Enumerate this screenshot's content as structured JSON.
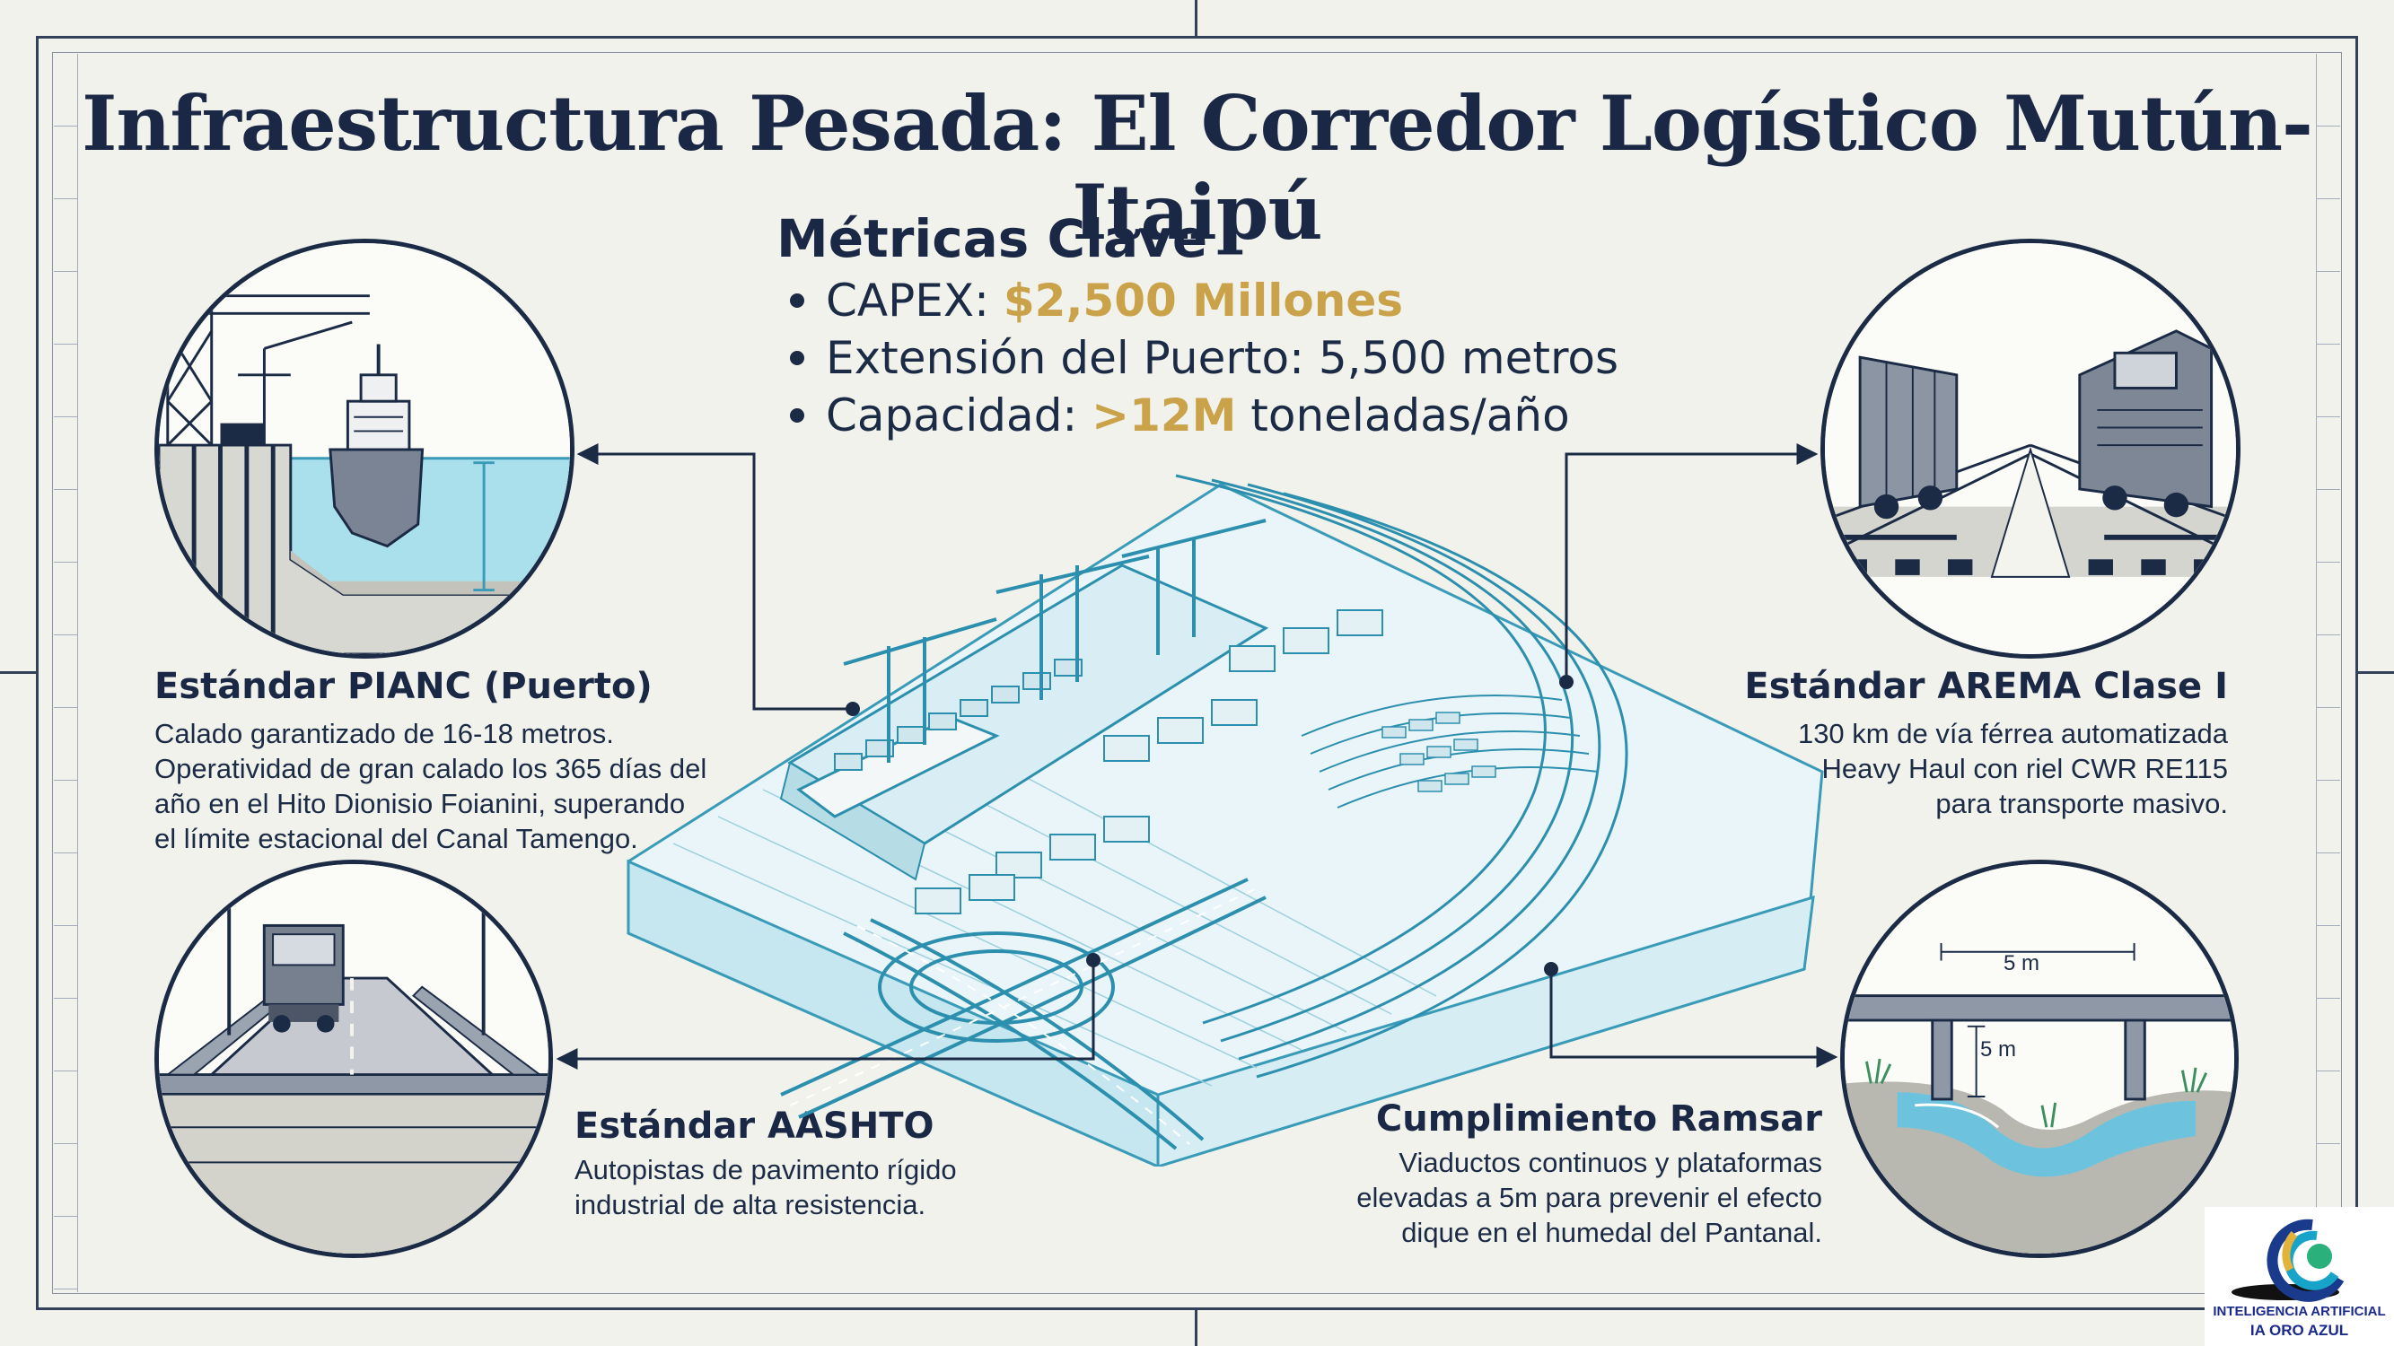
{
  "title": "Infraestructura Pesada: El Corredor Logístico Mutún-Itaipú",
  "metrics": {
    "heading": "Métricas Clave",
    "items": [
      {
        "label": "CAPEX: ",
        "value": "$2,500 Millones",
        "suffix": ""
      },
      {
        "label": "Extensión del Puerto: 5,500 metros",
        "value": "",
        "suffix": ""
      },
      {
        "label": "Capacidad: ",
        "value": ">12M",
        "suffix": " toneladas/año"
      }
    ]
  },
  "standards": {
    "pianc": {
      "title": "Estándar PIANC (Puerto)",
      "lines": [
        "Calado garantizado de 16-18 metros.",
        "Operatividad de gran calado los 365 días del",
        "año en el Hito Dionisio Foianini, superando",
        "el límite estacional del Canal Tamengo."
      ]
    },
    "arema": {
      "title": "Estándar AREMA Clase I",
      "lines": [
        "130 km de vía férrea automatizada",
        "Heavy Haul con riel CWR RE115",
        "para transporte masivo."
      ]
    },
    "aashto": {
      "title": "Estándar AASHTO",
      "lines": [
        "Autopistas de pavimento rígido",
        "industrial de alta resistencia."
      ]
    },
    "ramsar": {
      "title": "Cumplimiento Ramsar",
      "lines": [
        "Viaductos continuos y plataformas",
        "elevadas a 5m para prevenir el efecto",
        "dique en el humedal del Pantanal."
      ],
      "dim_horizontal": "5 m",
      "dim_vertical": "5 m"
    }
  },
  "logo": {
    "line1": "INTELIGENCIA ARTIFICIAL",
    "line2": "IA ORO AZUL"
  },
  "colors": {
    "navy": "#1a2846",
    "highlight": "#c9a24a",
    "cyan": "#3a9bb8",
    "water": "#8fd3e3"
  }
}
